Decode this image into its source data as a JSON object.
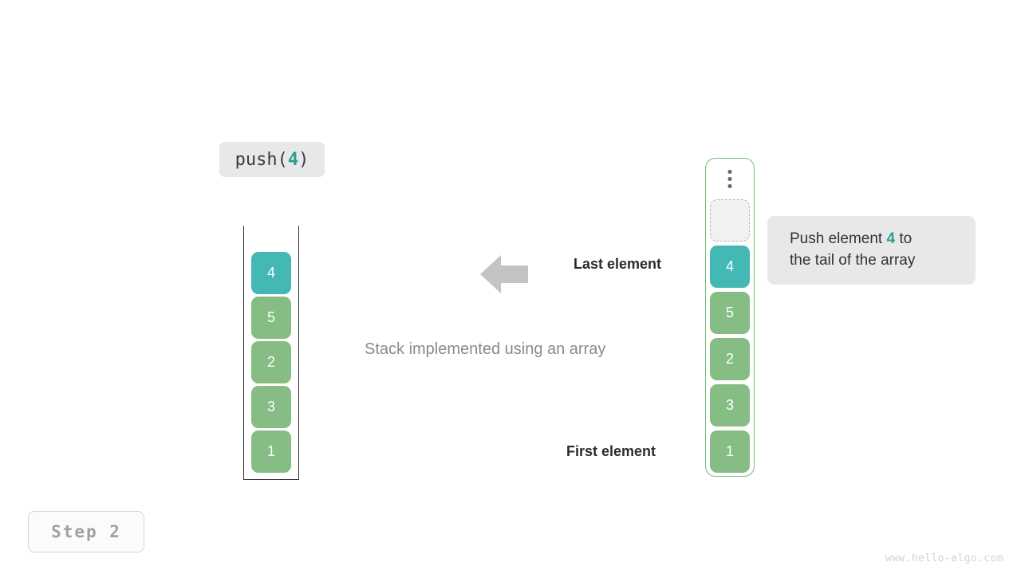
{
  "operation": {
    "prefix": "push(",
    "value": "4",
    "suffix": ")"
  },
  "stack_panel": {
    "name": "array-based stack",
    "caption": "Stack implemented using an array",
    "cells": [
      {
        "value": "4",
        "state": "new"
      },
      {
        "value": "5",
        "state": "existing"
      },
      {
        "value": "2",
        "state": "existing"
      },
      {
        "value": "3",
        "state": "existing"
      },
      {
        "value": "1",
        "state": "existing"
      }
    ]
  },
  "array_panel": {
    "ellipsis": "vertical-ellipsis",
    "cells": [
      {
        "value": "",
        "state": "empty"
      },
      {
        "value": "4",
        "state": "new"
      },
      {
        "value": "5",
        "state": "existing"
      },
      {
        "value": "2",
        "state": "existing"
      },
      {
        "value": "3",
        "state": "existing"
      },
      {
        "value": "1",
        "state": "existing"
      }
    ]
  },
  "callout": {
    "line1_prefix": "Push element ",
    "line1_value": "4",
    "line1_suffix": " to",
    "line2": "the tail of the array"
  },
  "annotations": {
    "last_element": "Last element",
    "first_element": "First element",
    "arrow": "left-arrow"
  },
  "step": {
    "label": "Step 2"
  },
  "watermark": {
    "text": "www.hello-algo.com"
  },
  "colors": {
    "accent_teal": "#2e9e8f",
    "cell_teal": "#44b8b4",
    "cell_green": "#85bd85",
    "container_green": "#77bb77",
    "box_gray": "#e8e8e8",
    "arrow_gray": "#c4c4c4",
    "text_dark": "#333333",
    "text_muted": "#8a8a8a"
  }
}
